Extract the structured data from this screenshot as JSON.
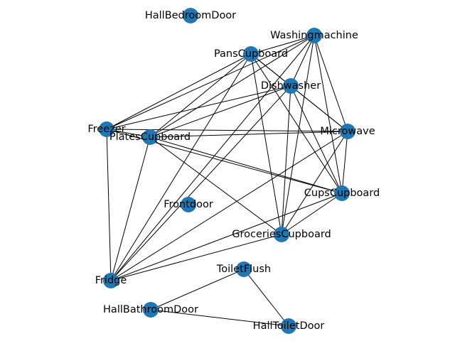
{
  "graph": {
    "node_color": "#1f77b4",
    "edge_color": "#000000",
    "nodes": [
      {
        "id": "HallBedroomDoor",
        "label": "HallBedroomDoor"
      },
      {
        "id": "Washingmachine",
        "label": "Washingmachine"
      },
      {
        "id": "PansCupboard",
        "label": "PansCupboard"
      },
      {
        "id": "Dishwasher",
        "label": "Dishwasher"
      },
      {
        "id": "Freezer",
        "label": "Freezer"
      },
      {
        "id": "PlatesCupboard",
        "label": "PlatesCupboard"
      },
      {
        "id": "Microwave",
        "label": "Microwave"
      },
      {
        "id": "CupsCupboard",
        "label": "CupsCupboard"
      },
      {
        "id": "Frontdoor",
        "label": "Frontdoor"
      },
      {
        "id": "GroceriesCupboard",
        "label": "GroceriesCupboard"
      },
      {
        "id": "ToiletFlush",
        "label": "ToiletFlush"
      },
      {
        "id": "Fridge",
        "label": "Fridge"
      },
      {
        "id": "HallBathroomDoor",
        "label": "HallBathroomDoor"
      },
      {
        "id": "HallToiletDoor",
        "label": "HallToiletDoor"
      }
    ],
    "edges": [
      [
        "Washingmachine",
        "PansCupboard"
      ],
      [
        "Washingmachine",
        "Dishwasher"
      ],
      [
        "Washingmachine",
        "Freezer"
      ],
      [
        "Washingmachine",
        "PlatesCupboard"
      ],
      [
        "Washingmachine",
        "Microwave"
      ],
      [
        "Washingmachine",
        "CupsCupboard"
      ],
      [
        "Washingmachine",
        "GroceriesCupboard"
      ],
      [
        "Washingmachine",
        "Fridge"
      ],
      [
        "PansCupboard",
        "Dishwasher"
      ],
      [
        "PansCupboard",
        "Freezer"
      ],
      [
        "PansCupboard",
        "PlatesCupboard"
      ],
      [
        "PansCupboard",
        "Microwave"
      ],
      [
        "PansCupboard",
        "CupsCupboard"
      ],
      [
        "PansCupboard",
        "GroceriesCupboard"
      ],
      [
        "PansCupboard",
        "Fridge"
      ],
      [
        "Dishwasher",
        "Freezer"
      ],
      [
        "Dishwasher",
        "PlatesCupboard"
      ],
      [
        "Dishwasher",
        "Microwave"
      ],
      [
        "Dishwasher",
        "CupsCupboard"
      ],
      [
        "Dishwasher",
        "GroceriesCupboard"
      ],
      [
        "Dishwasher",
        "Fridge"
      ],
      [
        "Freezer",
        "PlatesCupboard"
      ],
      [
        "Freezer",
        "Microwave"
      ],
      [
        "Freezer",
        "CupsCupboard"
      ],
      [
        "Freezer",
        "Fridge"
      ],
      [
        "PlatesCupboard",
        "Microwave"
      ],
      [
        "PlatesCupboard",
        "CupsCupboard"
      ],
      [
        "PlatesCupboard",
        "GroceriesCupboard"
      ],
      [
        "PlatesCupboard",
        "Fridge"
      ],
      [
        "Microwave",
        "CupsCupboard"
      ],
      [
        "Microwave",
        "GroceriesCupboard"
      ],
      [
        "Microwave",
        "Fridge"
      ],
      [
        "CupsCupboard",
        "GroceriesCupboard"
      ],
      [
        "CupsCupboard",
        "Fridge"
      ],
      [
        "GroceriesCupboard",
        "Fridge"
      ],
      [
        "ToiletFlush",
        "HallBathroomDoor"
      ],
      [
        "ToiletFlush",
        "HallToiletDoor"
      ],
      [
        "HallBathroomDoor",
        "HallToiletDoor"
      ]
    ]
  }
}
